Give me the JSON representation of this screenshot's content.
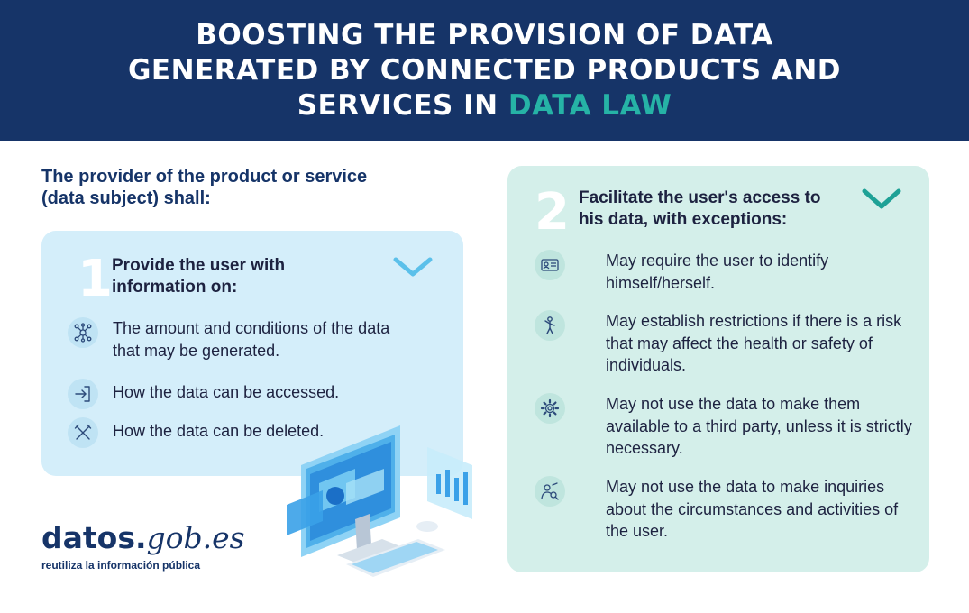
{
  "header": {
    "title_line1": "BOOSTING THE PROVISION OF DATA",
    "title_line2": "GENERATED BY CONNECTED PRODUCTS AND",
    "title_line3_prefix": "SERVICES IN ",
    "title_line3_accent": "DATA LAW"
  },
  "intro": {
    "line1": "The provider of the product or service",
    "line2": "(data subject) shall:"
  },
  "card1": {
    "number": "1",
    "title_line1": "Provide the user with",
    "title_line2": "information on:",
    "items": [
      {
        "icon": "network-nodes-icon",
        "line1": "The amount and conditions of the data",
        "line2": "that may be generated."
      },
      {
        "icon": "login-arrow-icon",
        "line1": "How the data can be accessed.",
        "line2": ""
      },
      {
        "icon": "cross-delete-icon",
        "line1": "How the data can be deleted.",
        "line2": ""
      }
    ]
  },
  "card2": {
    "number": "2",
    "title_line1": "Facilitate the user's access to",
    "title_line2": "his data, with exceptions:",
    "items": [
      {
        "icon": "id-card-icon",
        "line1": "May require the user to identify",
        "line2": "himself/herself.",
        "line3": ""
      },
      {
        "icon": "person-icon",
        "line1": "May establish restrictions if there is a risk",
        "line2": "that may affect the health or safety of",
        "line3": "individuals."
      },
      {
        "icon": "gear-icon",
        "line1": "May not use the data to make them",
        "line2": "available to a third party, unless it is strictly",
        "line3": "necessary."
      },
      {
        "icon": "person-search-icon",
        "line1": "May not use the data to make inquiries",
        "line2": "about the circumstances and activities of",
        "line3": "the user."
      }
    ]
  },
  "logo": {
    "datos": "datos.",
    "gob": "gob.es",
    "tagline": "reutiliza la información pública"
  },
  "colors": {
    "navy": "#163468",
    "teal": "#26b3a6",
    "card1_bg": "#d4eefa",
    "card2_bg": "#d4efea"
  }
}
